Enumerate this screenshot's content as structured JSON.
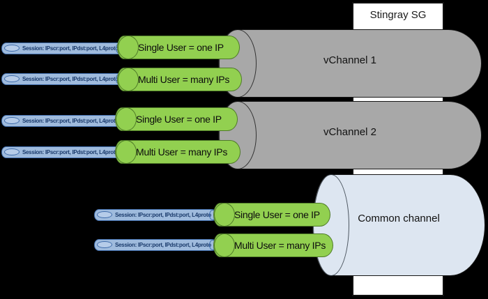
{
  "device": {
    "label": "Stingray SG"
  },
  "channels": [
    {
      "name": "vchannel-1",
      "label": "vChannel 1",
      "type": "vchannel"
    },
    {
      "name": "vchannel-2",
      "label": "vChannel 2",
      "type": "vchannel"
    },
    {
      "name": "common-channel",
      "label": "Common channel",
      "type": "common"
    }
  ],
  "flows": [
    {
      "channel": "vChannel 1",
      "session": "Session: IPscr:port, IPdst:port, L4proto",
      "label": "Single User = one IP"
    },
    {
      "channel": "vChannel 1",
      "session": "Session: IPscr:port, IPdst:port, L4proto",
      "label": "Multi User = many IPs"
    },
    {
      "channel": "vChannel 2",
      "session": "Session: IPscr:port, IPdst:port, L4proto",
      "label": "Single User = one IP"
    },
    {
      "channel": "vChannel 2",
      "session": "Session: IPscr:port, IPdst:port, L4proto",
      "label": "Multi User = many IPs"
    },
    {
      "channel": "Common channel",
      "session": "Session: IPscr:port, IPdst:port, L4proto",
      "label": "Single User = one IP"
    },
    {
      "channel": "Common channel",
      "session": "Session: IPscr:port, IPdst:port, L4proto",
      "label": "Multi User = many IPs"
    }
  ],
  "colors": {
    "background": "#000000",
    "device_box": "#ffffff",
    "vchannel_fill": "#a8a8a8",
    "common_channel_fill": "#dde6f1",
    "mapping_pill_fill": "#92d050",
    "mapping_pill_border": "#4f7b28",
    "session_fill": "#9fbbdd",
    "session_border": "#3f6cab",
    "session_text": "#1a3a6b"
  }
}
